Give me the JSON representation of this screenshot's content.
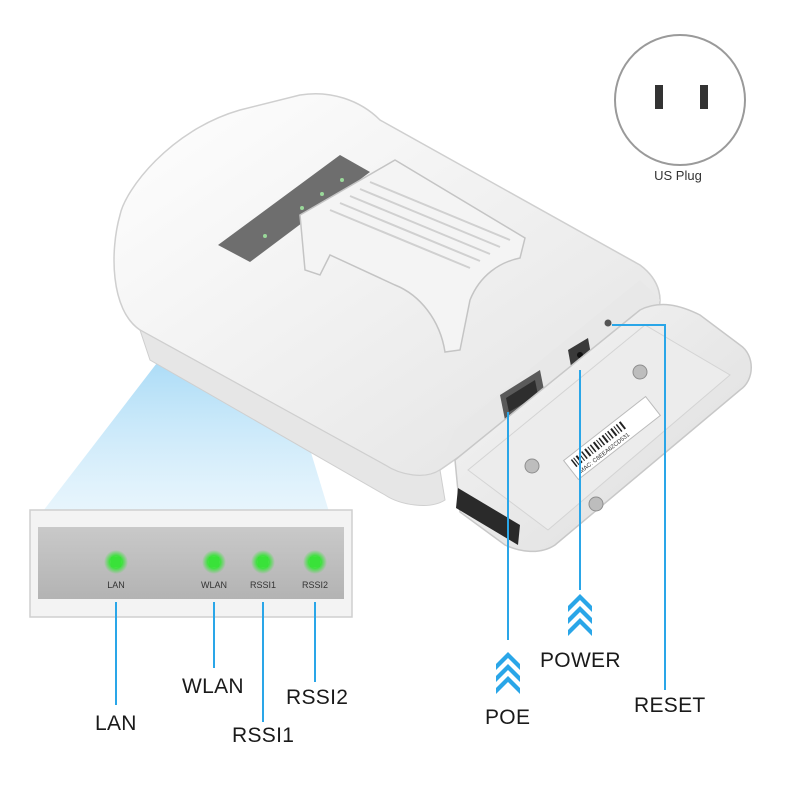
{
  "plug": {
    "caption": "US Plug"
  },
  "led_panel": {
    "leds": [
      {
        "label": "LAN"
      },
      {
        "label": "WLAN"
      },
      {
        "label": "RSSI1"
      },
      {
        "label": "RSSI2"
      }
    ],
    "led_color": "#39e239"
  },
  "callouts": {
    "lan": "LAN",
    "wlan": "WLAN",
    "rssi1": "RSSI1",
    "rssi2": "RSSI2",
    "poe": "POE",
    "power": "POWER",
    "reset": "RESET"
  },
  "device": {
    "label_sticker": "MAC: C8EEA62CD531"
  },
  "colors": {
    "accent_line": "#2aa6e8",
    "device_body": "#f2f2f2",
    "beam": "#7cc9f2"
  }
}
